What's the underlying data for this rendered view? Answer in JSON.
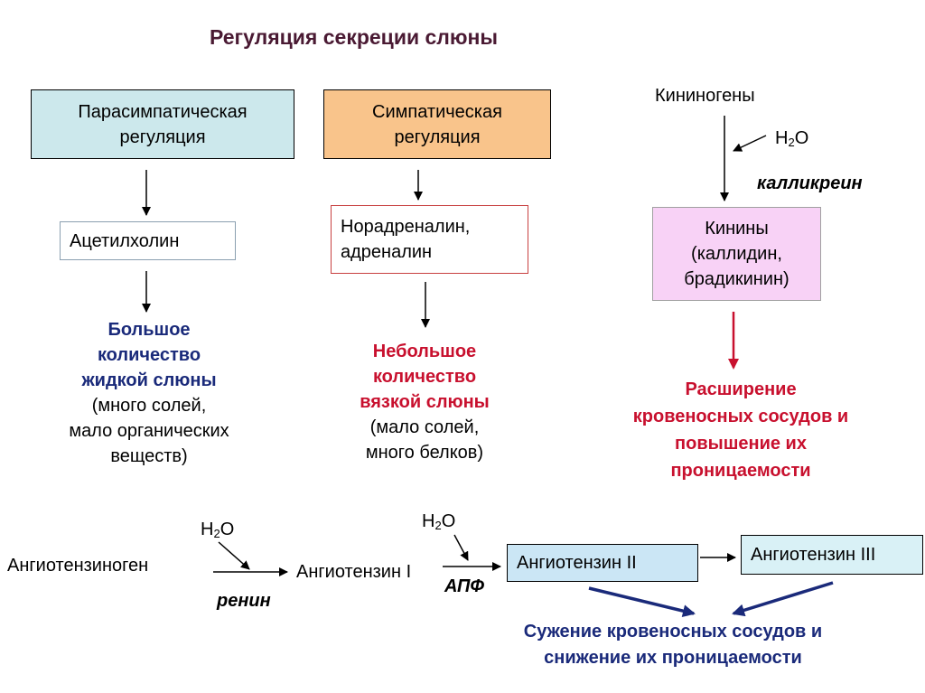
{
  "title": "Регуляция секреции слюны",
  "parasympathetic": {
    "box_line1": "Парасимпатическая",
    "box_line2": "регуляция",
    "mediator": "Ацетилхолин",
    "effect_bold_1": "Большое",
    "effect_bold_2": "количество",
    "effect_bold_3": "жидкой слюны",
    "effect_1": "(много солей,",
    "effect_2": "мало органических",
    "effect_3": "веществ)"
  },
  "sympathetic": {
    "box_line1": "Симпатическая",
    "box_line2": "регуляция",
    "mediator_line1": "Норадреналин,",
    "mediator_line2": "адреналин",
    "effect_bold_1": "Небольшое",
    "effect_bold_2": "количество",
    "effect_bold_3": "вязкой слюны",
    "effect_1": "(мало солей,",
    "effect_2": "много белков)"
  },
  "kinin": {
    "kininogens": "Кининогены",
    "water": "H",
    "water_sub": "2",
    "water_o": "O",
    "enzyme": "калликреин",
    "box_line1": "Кинины",
    "box_line2": "(каллидин,",
    "box_line3": "брадикинин)",
    "effect_1": "Расширение",
    "effect_2": "кровеносных сосудов и",
    "effect_3": "повышение их",
    "effect_4": "проницаемости"
  },
  "angiotensin": {
    "angiotensinogen": "Ангиотензиноген",
    "water1": "H",
    "water1_sub": "2",
    "water1_o": "O",
    "renin": "ренин",
    "ang1": "Ангиотензин I",
    "water2": "H",
    "water2_sub": "2",
    "water2_o": "O",
    "ace": "АПФ",
    "ang2": "Ангиотензин II",
    "ang3": "Ангиотензин III",
    "effect_1": "Сужение кровеносных сосудов и",
    "effect_2": "снижение их проницаемости"
  },
  "colors": {
    "navy": "#1a2a7a",
    "red": "#c8102e",
    "title": "#4a1a33"
  }
}
